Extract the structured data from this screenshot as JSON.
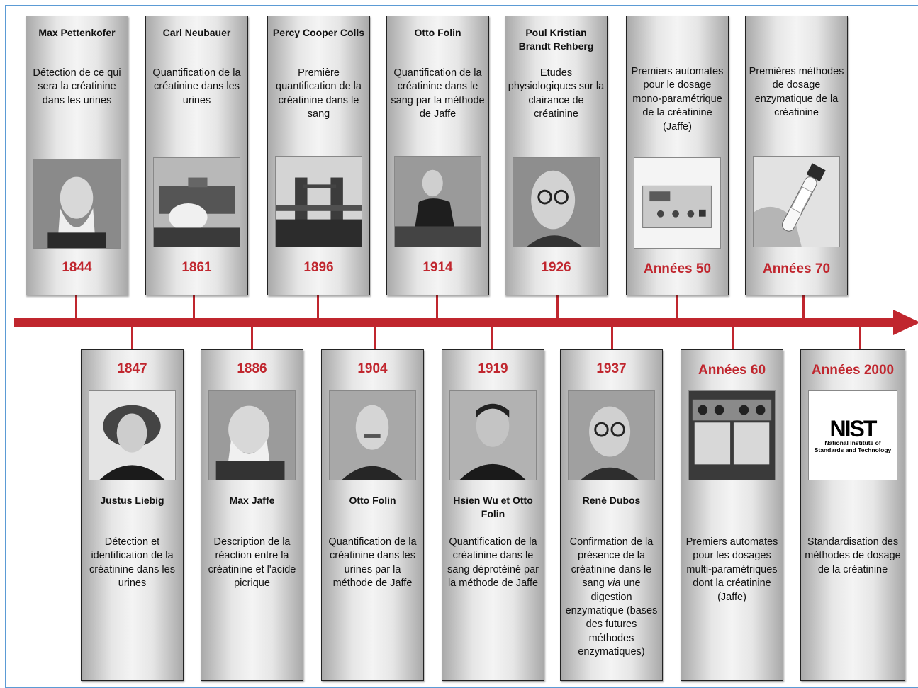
{
  "top_cards": [
    {
      "name": "Max Pettenkofer",
      "desc": "Détection de ce qui sera la créatinine dans les urines",
      "year": "1844",
      "photo": "portrait-bearded-man"
    },
    {
      "name": "Carl Neubauer",
      "desc": "Quantification de la créatinine dans les urines",
      "year": "1861",
      "photo": "building-fountain"
    },
    {
      "name": "Percy Cooper Colls",
      "desc": "Première quantification de la créatinine dans le sang",
      "year": "1896",
      "photo": "tower-bridge"
    },
    {
      "name": "Otto Folin",
      "desc": "Quantification de la créatinine dans le sang par la méthode de Jaffe",
      "year": "1914",
      "photo": "man-at-desk"
    },
    {
      "name": "Poul Kristian Brandt Rehberg",
      "desc": "Etudes physiologiques sur la clairance de créatinine",
      "year": "1926",
      "photo": "man-with-glasses"
    },
    {
      "name": "",
      "desc": "Premiers automates pour le dosage mono-paramétrique de la créatinine (Jaffe)",
      "year": "Années 50",
      "photo": "analyzer-device"
    },
    {
      "name": "",
      "desc": "Premières méthodes de dosage enzymatique de la créatinine",
      "year": "Années 70",
      "photo": "test-tube-hand"
    }
  ],
  "bottom_cards": [
    {
      "year": "1847",
      "name": "Justus Liebig",
      "desc": "Détection et identification de la créatinine dans les urines",
      "photo": "portrait-curly-hair"
    },
    {
      "year": "1886",
      "name": "Max Jaffe",
      "desc": "Description de la réaction entre la créatinine et l'acide picrique",
      "photo": "portrait-painting"
    },
    {
      "year": "1904",
      "name": "Otto Folin",
      "desc": "Quantification de la créatinine dans les urines par la méthode de Jaffe",
      "photo": "portrait-mustache"
    },
    {
      "year": "1919",
      "name": "Hsien Wu et Otto Folin",
      "desc": "Quantification de la créatinine dans le sang déprotéiné par la méthode de Jaffe",
      "photo": "portrait-asian-man"
    },
    {
      "year": "1937",
      "name": "René Dubos",
      "desc_pre": "Confirmation de la présence de la créatinine dans le sang ",
      "desc_em": "via",
      "desc_post": " une digestion enzymatique (bases des futures méthodes enzymatiques)",
      "photo": "portrait-glasses-older"
    },
    {
      "year": "Années 60",
      "name": "",
      "desc": "Premiers automates pour les dosages multi-paramétriques dont la créatinine (Jaffe)",
      "photo": "multi-analyzer"
    },
    {
      "year": "Années 2000",
      "name": "",
      "desc": "Standardisation des méthodes de dosage de la créatinine",
      "photo": "nist-logo"
    }
  ],
  "nist": {
    "logo": "NIST",
    "line1": "National Institute of",
    "line2": "Standards and Technology"
  },
  "colors": {
    "accent": "#c0262e",
    "frame": "#5b9bd5"
  }
}
